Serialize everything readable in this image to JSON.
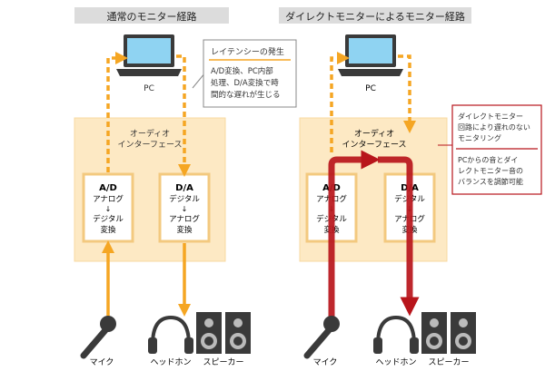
{
  "panels": {
    "left": {
      "title": "通常のモニター経路",
      "pc_label": "PC",
      "interface_lines": [
        "オーディオ",
        "インターフェース"
      ],
      "ad": {
        "title": "A/D",
        "line1": "アナログ",
        "arrow": "↓",
        "line2": "デジタル",
        "line3": "変換"
      },
      "da": {
        "title": "D/A",
        "line1": "デジタル",
        "arrow": "↓",
        "line2": "アナログ",
        "line3": "変換"
      },
      "callout": {
        "title": "レイテンシーの発生",
        "lines": [
          "A/D変換、PC内部",
          "処理、D/A変換で時",
          "間的な遅れが生じる"
        ]
      },
      "labels": {
        "mic": "マイク",
        "headphone": "ヘッドホン",
        "speaker": "スピーカー"
      }
    },
    "right": {
      "title": "ダイレクトモニターによるモニター経路",
      "pc_label": "PC",
      "interface_lines": [
        "オーディオ",
        "インターフェース"
      ],
      "ad": {
        "title": "A/D",
        "line1": "アナログ",
        "arrow": "↓",
        "line2": "デジタル",
        "line3": "変換"
      },
      "da": {
        "title": "D/A",
        "line1": "デジタル",
        "arrow": "↓",
        "line2": "アナログ",
        "line3": "変換"
      },
      "callout": {
        "lines_top": [
          "ダイレクトモニター",
          "回路により遅れのない",
          "モニタリング"
        ],
        "lines_bottom": [
          "PCからの音とダイ",
          "レクトモニター音の",
          "バランスを調節可能"
        ]
      },
      "labels": {
        "mic": "マイク",
        "headphone": "ヘッドホン",
        "speaker": "スピーカー"
      }
    }
  },
  "colors": {
    "title_bg": "#dcdcdc",
    "interface_bg": "#fde9c4",
    "interface_border": "#f8d9a0",
    "box_border": "#f3c97f",
    "orange": "#f5a623",
    "direct_red": "#b8151b",
    "callout_red": "#b8151b",
    "device_dark": "#3a3a3a"
  },
  "icons": [
    "laptop-icon",
    "microphone-icon",
    "headphone-icon",
    "speaker-icon"
  ]
}
